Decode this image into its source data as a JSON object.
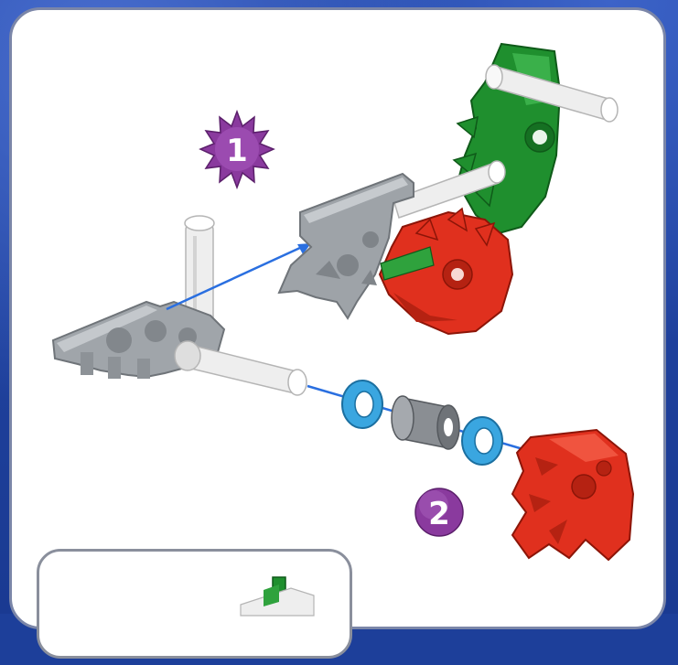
{
  "steps": [
    {
      "number": "1",
      "badge_style": "starburst"
    },
    {
      "number": "2",
      "badge_style": "circle"
    }
  ],
  "colors": {
    "frame_blue": "#1d3f9a",
    "panel_border": "#7b86a8",
    "badge_purple": "#8a3a9e",
    "arrow_blue": "#2a6fe0",
    "part_gray": "#9ea3a8",
    "part_white": "#eeeeee",
    "part_green": "#1f8f2e",
    "part_red": "#e0301e",
    "spacer_blue": "#3aa6e0",
    "spacer_gray": "#8a8e93"
  },
  "icons": [
    "gray-connector-icon",
    "white-rod-icon",
    "green-connector-icon",
    "red-connector-icon",
    "blue-spacer-icon",
    "gray-spacer-icon"
  ]
}
